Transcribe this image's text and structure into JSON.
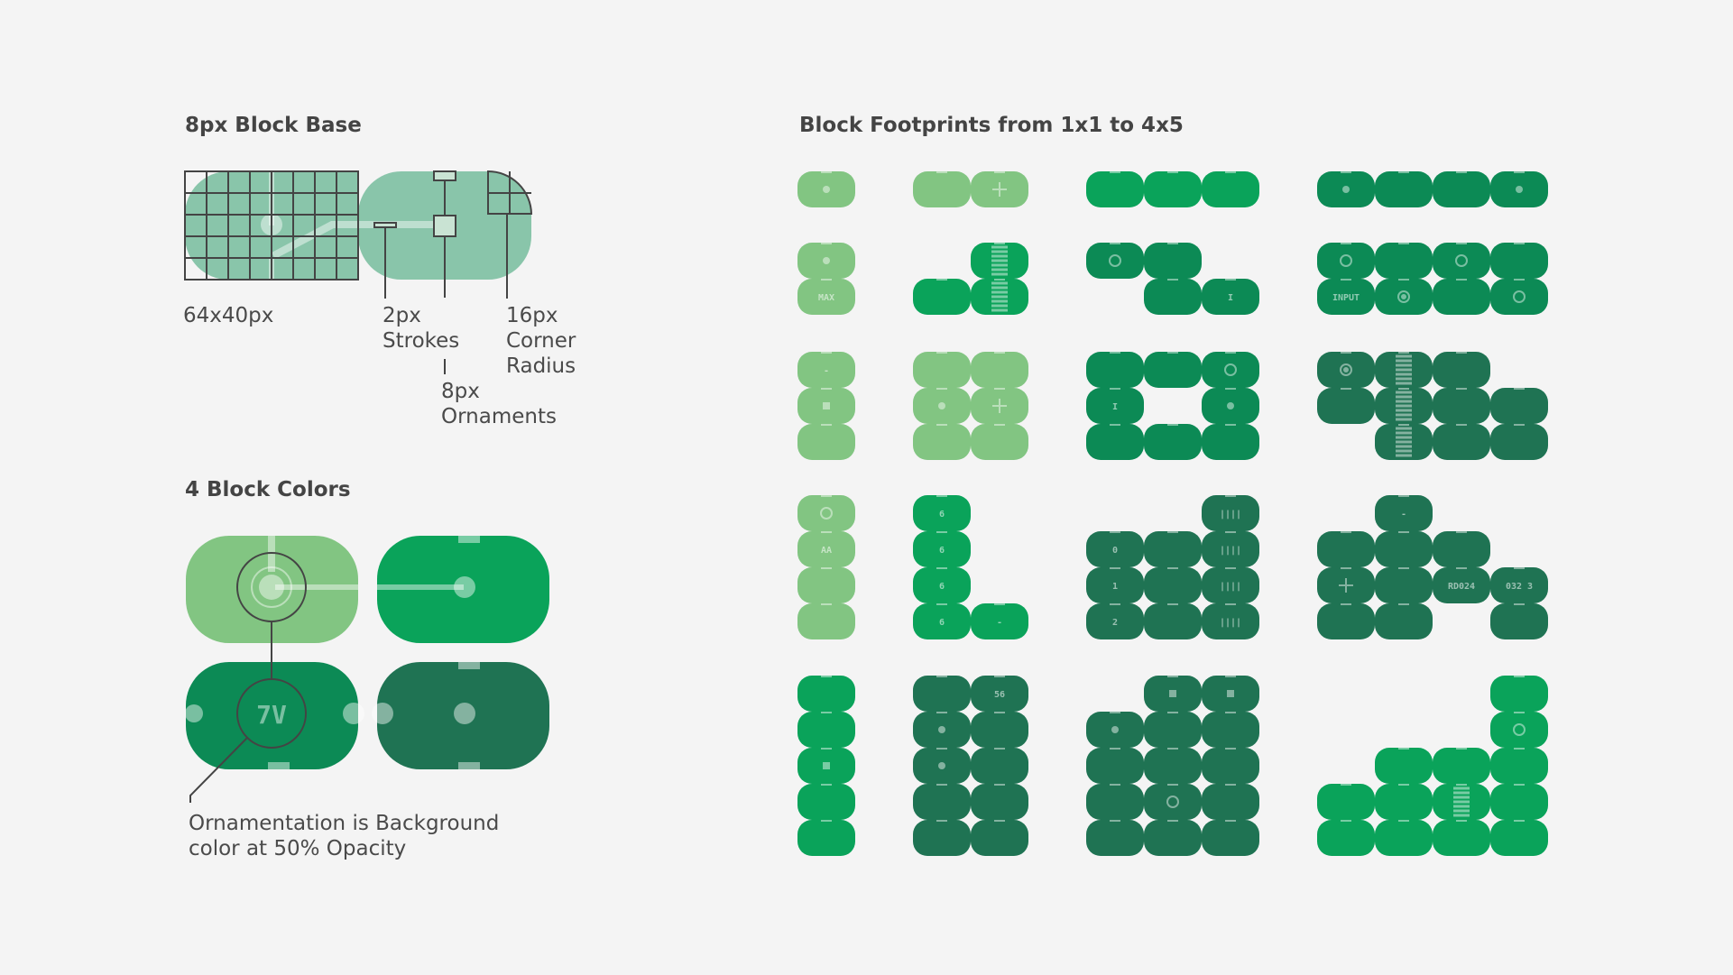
{
  "block_base": {
    "title": "8px Block Base",
    "size_label": "64x40px",
    "stroke_label": [
      "2px",
      "Strokes"
    ],
    "radius_label": [
      "16px",
      "Corner",
      "Radius"
    ],
    "ornament_label": [
      "8px",
      "Ornaments"
    ]
  },
  "block_colors": {
    "title": "4 Block Colors",
    "colors": [
      "#82c582",
      "#0aa35a",
      "#0c8a55",
      "#1f7353"
    ],
    "sample_text": "7V",
    "caption": [
      "Ornamentation is Background",
      "color at 50% Opacity"
    ]
  },
  "footprints": {
    "title": "Block Footprints from 1x1 to 4x5",
    "items": [
      {
        "row": 1,
        "col": 1,
        "color": "#82c582",
        "cells": [
          [
            0,
            0
          ]
        ],
        "marks": [
          {
            "cell": [
              0,
              0
            ],
            "icon": "dot"
          }
        ]
      },
      {
        "row": 1,
        "col": 2,
        "color": "#82c582",
        "cells": [
          [
            0,
            0
          ],
          [
            1,
            0
          ]
        ],
        "marks": [
          {
            "cell": [
              1,
              0
            ],
            "icon": "plus"
          }
        ]
      },
      {
        "row": 1,
        "col": 3,
        "color": "#0aa35a",
        "cells": [
          [
            0,
            0
          ],
          [
            1,
            0
          ],
          [
            2,
            0
          ]
        ],
        "marks": []
      },
      {
        "row": 1,
        "col": 4,
        "color": "#0c8a55",
        "cells": [
          [
            0,
            0
          ],
          [
            1,
            0
          ],
          [
            2,
            0
          ],
          [
            3,
            0
          ]
        ],
        "marks": [
          {
            "cell": [
              0,
              0
            ],
            "icon": "dot"
          },
          {
            "cell": [
              3,
              0
            ],
            "icon": "dot"
          }
        ]
      },
      {
        "row": 2,
        "col": 1,
        "color": "#82c582",
        "cells": [
          [
            0,
            0
          ],
          [
            0,
            1
          ]
        ],
        "marks": [
          {
            "cell": [
              0,
              0
            ],
            "icon": "dot"
          },
          {
            "cell": [
              0,
              1
            ],
            "text": "MAX"
          }
        ]
      },
      {
        "row": 2,
        "col": 2,
        "color": "#0aa35a",
        "cells": [
          [
            1,
            0
          ],
          [
            0,
            1
          ],
          [
            1,
            1
          ]
        ],
        "marks": [
          {
            "cell": [
              1,
              0
            ],
            "icon": "bars"
          },
          {
            "cell": [
              1,
              1
            ],
            "icon": "bars"
          }
        ]
      },
      {
        "row": 2,
        "col": 3,
        "color": "#0c8a55",
        "cells": [
          [
            0,
            0
          ],
          [
            1,
            0
          ],
          [
            1,
            1
          ],
          [
            2,
            1
          ]
        ],
        "marks": [
          {
            "cell": [
              0,
              0
            ],
            "icon": "ring"
          },
          {
            "cell": [
              2,
              1
            ],
            "text": "I"
          }
        ]
      },
      {
        "row": 2,
        "col": 4,
        "color": "#0c8a55",
        "cells": [
          [
            0,
            0
          ],
          [
            1,
            0
          ],
          [
            2,
            0
          ],
          [
            3,
            0
          ],
          [
            0,
            1
          ],
          [
            1,
            1
          ],
          [
            2,
            1
          ],
          [
            3,
            1
          ]
        ],
        "marks": [
          {
            "cell": [
              0,
              0
            ],
            "icon": "ring"
          },
          {
            "cell": [
              2,
              0
            ],
            "icon": "ring"
          },
          {
            "cell": [
              0,
              1
            ],
            "text": "INPUT"
          },
          {
            "cell": [
              1,
              1
            ],
            "icon": "target"
          },
          {
            "cell": [
              3,
              1
            ],
            "icon": "ring"
          }
        ]
      },
      {
        "row": 3,
        "col": 1,
        "color": "#82c582",
        "cells": [
          [
            0,
            0
          ],
          [
            0,
            1
          ],
          [
            0,
            2
          ]
        ],
        "marks": [
          {
            "cell": [
              0,
              0
            ],
            "text": "-"
          },
          {
            "cell": [
              0,
              1
            ],
            "icon": "square"
          }
        ]
      },
      {
        "row": 3,
        "col": 2,
        "color": "#82c582",
        "cells": [
          [
            0,
            0
          ],
          [
            1,
            0
          ],
          [
            0,
            1
          ],
          [
            1,
            1
          ],
          [
            0,
            2
          ],
          [
            1,
            2
          ]
        ],
        "marks": [
          {
            "cell": [
              0,
              1
            ],
            "icon": "dot"
          },
          {
            "cell": [
              1,
              1
            ],
            "icon": "plus"
          }
        ]
      },
      {
        "row": 3,
        "col": 3,
        "color": "#0c8a55",
        "cells": [
          [
            0,
            0
          ],
          [
            1,
            0
          ],
          [
            2,
            0
          ],
          [
            0,
            1
          ],
          [
            2,
            1
          ],
          [
            0,
            2
          ],
          [
            1,
            2
          ],
          [
            2,
            2
          ]
        ],
        "marks": [
          {
            "cell": [
              2,
              0
            ],
            "icon": "ring"
          },
          {
            "cell": [
              0,
              1
            ],
            "text": "I"
          },
          {
            "cell": [
              2,
              1
            ],
            "icon": "dot"
          }
        ]
      },
      {
        "row": 3,
        "col": 4,
        "color": "#1f7353",
        "cells": [
          [
            0,
            0
          ],
          [
            1,
            0
          ],
          [
            2,
            0
          ],
          [
            0,
            1
          ],
          [
            1,
            1
          ],
          [
            2,
            1
          ],
          [
            3,
            1
          ],
          [
            1,
            2
          ],
          [
            2,
            2
          ],
          [
            3,
            2
          ]
        ],
        "marks": [
          {
            "cell": [
              0,
              0
            ],
            "icon": "target"
          },
          {
            "cell": [
              1,
              0
            ],
            "icon": "bars"
          },
          {
            "cell": [
              1,
              1
            ],
            "icon": "bars"
          },
          {
            "cell": [
              1,
              2
            ],
            "icon": "bars"
          }
        ]
      },
      {
        "row": 4,
        "col": 1,
        "color": "#82c582",
        "cells": [
          [
            0,
            0
          ],
          [
            0,
            1
          ],
          [
            0,
            2
          ],
          [
            0,
            3
          ]
        ],
        "marks": [
          {
            "cell": [
              0,
              0
            ],
            "icon": "ring"
          },
          {
            "cell": [
              0,
              1
            ],
            "text": "AA"
          }
        ]
      },
      {
        "row": 4,
        "col": 2,
        "color": "#0aa35a",
        "cells": [
          [
            0,
            0
          ],
          [
            0,
            1
          ],
          [
            0,
            2
          ],
          [
            0,
            3
          ],
          [
            1,
            3
          ]
        ],
        "marks": [
          {
            "cell": [
              0,
              0
            ],
            "text": "6"
          },
          {
            "cell": [
              0,
              1
            ],
            "text": "6"
          },
          {
            "cell": [
              0,
              2
            ],
            "text": "6"
          },
          {
            "cell": [
              0,
              3
            ],
            "text": "6"
          },
          {
            "cell": [
              1,
              3
            ],
            "text": "-"
          }
        ]
      },
      {
        "row": 4,
        "col": 3,
        "color": "#1f7353",
        "cells": [
          [
            2,
            0
          ],
          [
            0,
            1
          ],
          [
            1,
            1
          ],
          [
            2,
            1
          ],
          [
            0,
            2
          ],
          [
            1,
            2
          ],
          [
            2,
            2
          ],
          [
            0,
            3
          ],
          [
            1,
            3
          ],
          [
            2,
            3
          ]
        ],
        "marks": [
          {
            "cell": [
              2,
              0
            ],
            "text": "||||"
          },
          {
            "cell": [
              0,
              1
            ],
            "text": "0"
          },
          {
            "cell": [
              2,
              1
            ],
            "text": "||||"
          },
          {
            "cell": [
              0,
              2
            ],
            "text": "1"
          },
          {
            "cell": [
              2,
              2
            ],
            "text": "||||"
          },
          {
            "cell": [
              0,
              3
            ],
            "text": "2"
          },
          {
            "cell": [
              2,
              3
            ],
            "text": "||||"
          }
        ]
      },
      {
        "row": 4,
        "col": 4,
        "color": "#1f7353",
        "cells": [
          [
            1,
            0
          ],
          [
            0,
            1
          ],
          [
            1,
            1
          ],
          [
            2,
            1
          ],
          [
            0,
            2
          ],
          [
            1,
            2
          ],
          [
            2,
            2
          ],
          [
            3,
            2
          ],
          [
            0,
            3
          ],
          [
            1,
            3
          ],
          [
            3,
            3
          ]
        ],
        "marks": [
          {
            "cell": [
              1,
              0
            ],
            "text": "-"
          },
          {
            "cell": [
              0,
              2
            ],
            "icon": "plus"
          },
          {
            "cell": [
              2,
              2
            ],
            "text": "RD024"
          },
          {
            "cell": [
              3,
              2
            ],
            "text": "032 3"
          }
        ]
      },
      {
        "row": 5,
        "col": 1,
        "color": "#0aa35a",
        "cells": [
          [
            0,
            0
          ],
          [
            0,
            1
          ],
          [
            0,
            2
          ],
          [
            0,
            3
          ],
          [
            0,
            4
          ]
        ],
        "marks": [
          {
            "cell": [
              0,
              2
            ],
            "icon": "square"
          }
        ]
      },
      {
        "row": 5,
        "col": 2,
        "color": "#1f7353",
        "cells": [
          [
            0,
            0
          ],
          [
            1,
            0
          ],
          [
            0,
            1
          ],
          [
            1,
            1
          ],
          [
            0,
            2
          ],
          [
            1,
            2
          ],
          [
            0,
            3
          ],
          [
            1,
            3
          ],
          [
            0,
            4
          ],
          [
            1,
            4
          ]
        ],
        "marks": [
          {
            "cell": [
              1,
              0
            ],
            "text": "56"
          },
          {
            "cell": [
              0,
              1
            ],
            "icon": "dot"
          },
          {
            "cell": [
              0,
              2
            ],
            "icon": "dot"
          }
        ]
      },
      {
        "row": 5,
        "col": 3,
        "color": "#1f7353",
        "cells": [
          [
            1,
            0
          ],
          [
            2,
            0
          ],
          [
            0,
            1
          ],
          [
            1,
            1
          ],
          [
            2,
            1
          ],
          [
            0,
            2
          ],
          [
            1,
            2
          ],
          [
            2,
            2
          ],
          [
            0,
            3
          ],
          [
            1,
            3
          ],
          [
            2,
            3
          ],
          [
            0,
            4
          ],
          [
            1,
            4
          ],
          [
            2,
            4
          ]
        ],
        "marks": [
          {
            "cell": [
              1,
              0
            ],
            "icon": "square"
          },
          {
            "cell": [
              2,
              0
            ],
            "icon": "square"
          },
          {
            "cell": [
              0,
              1
            ],
            "icon": "dot"
          },
          {
            "cell": [
              1,
              3
            ],
            "icon": "ring"
          }
        ]
      },
      {
        "row": 5,
        "col": 4,
        "color": "#0aa35a",
        "cells": [
          [
            3,
            0
          ],
          [
            3,
            1
          ],
          [
            1,
            2
          ],
          [
            2,
            2
          ],
          [
            3,
            2
          ],
          [
            0,
            3
          ],
          [
            1,
            3
          ],
          [
            2,
            3
          ],
          [
            3,
            3
          ],
          [
            0,
            4
          ],
          [
            1,
            4
          ],
          [
            2,
            4
          ],
          [
            3,
            4
          ]
        ],
        "marks": [
          {
            "cell": [
              3,
              1
            ],
            "icon": "ring"
          },
          {
            "cell": [
              2,
              3
            ],
            "icon": "bars"
          }
        ]
      }
    ]
  }
}
